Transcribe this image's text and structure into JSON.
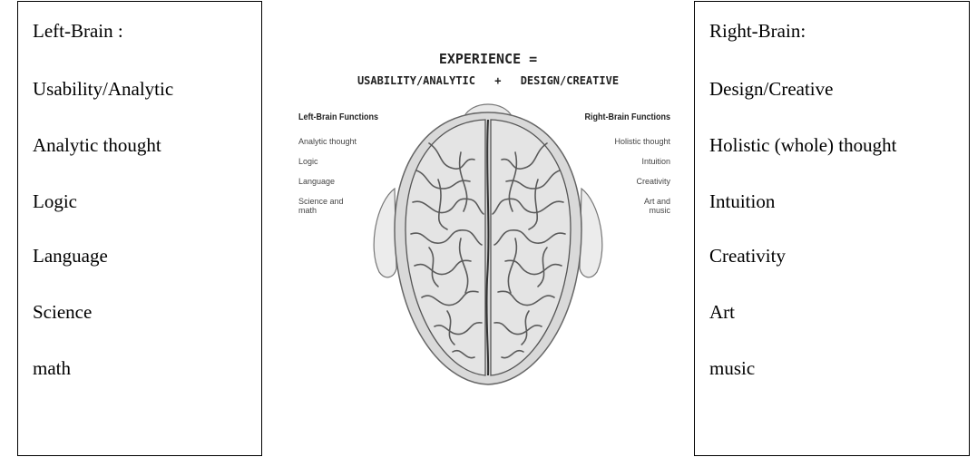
{
  "left_panel": {
    "items": [
      "Left-Brain :",
      "Usability/Analytic",
      "Analytic thought",
      "Logic",
      "Language",
      "Science",
      "math"
    ]
  },
  "right_panel": {
    "items": [
      "Right-Brain:",
      "Design/Creative",
      "Holistic (whole) thought",
      "Intuition",
      "Creativity",
      "Art",
      "music"
    ]
  },
  "figure": {
    "title": "EXPERIENCE =",
    "subtitle_left": "USABILITY/ANALYTIC",
    "subtitle_plus": "+",
    "subtitle_right": "DESIGN/CREATIVE",
    "left_heading": "Left-Brain Functions",
    "right_heading": "Right-Brain Functions",
    "left_functions": [
      "Analytic thought",
      "Logic",
      "Language",
      "Science and\nmath"
    ],
    "right_functions": [
      "Holistic thought",
      "Intuition",
      "Creativity",
      "Art and\nmusic"
    ]
  },
  "colors": {
    "border": "#000000",
    "brain_fill": "#e2e2e2",
    "brain_line": "#555555"
  }
}
